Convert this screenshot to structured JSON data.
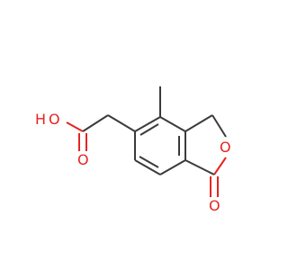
{
  "molecule": {
    "atom_labels": {
      "hydroxyl_oxygen": "O",
      "hydroxyl_hydrogen": "H",
      "carbonyl_oxygen_acid": "O",
      "ring_oxygen": "O",
      "carbonyl_oxygen_lactone": "O"
    }
  },
  "colors": {
    "bond": "#3a3a3a",
    "heteroatom": "#e8231f",
    "background": "#ffffff"
  }
}
